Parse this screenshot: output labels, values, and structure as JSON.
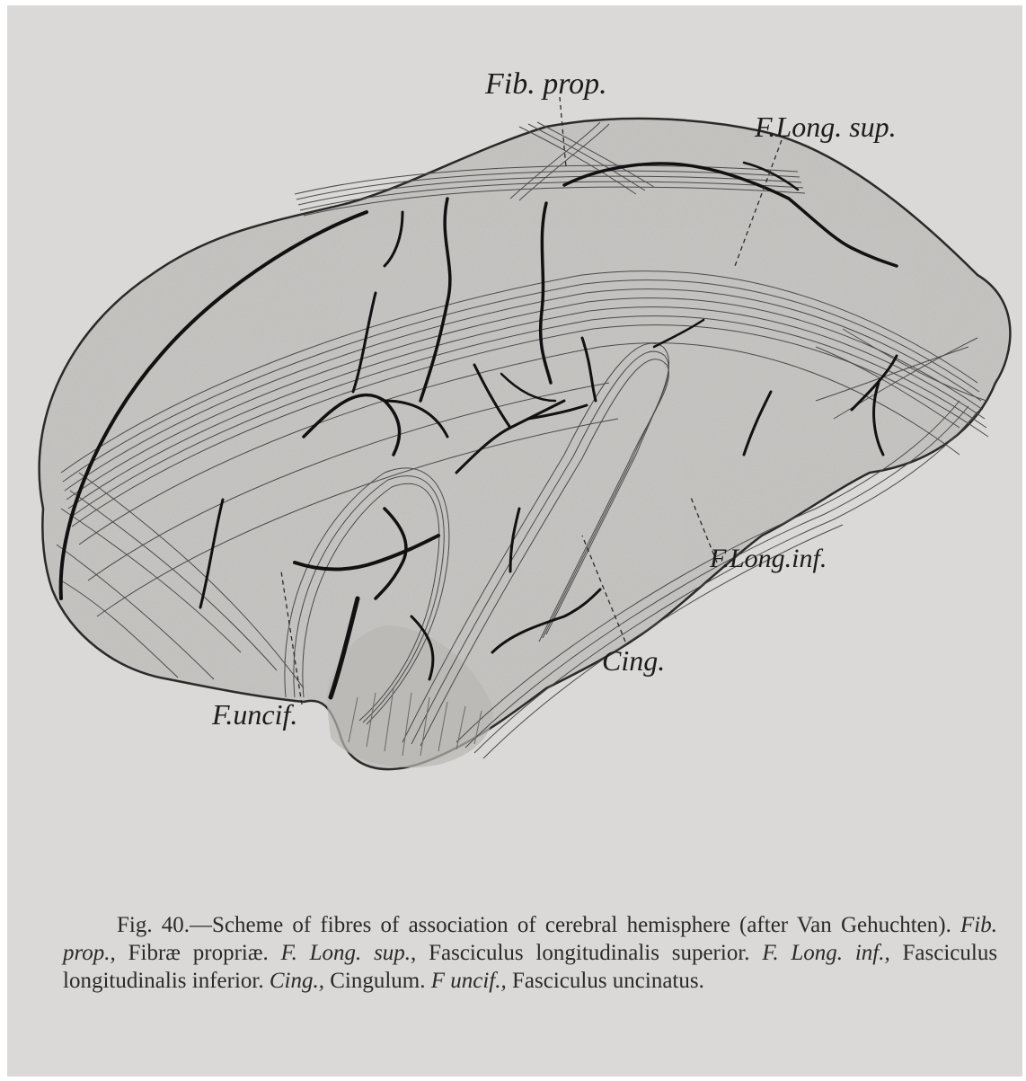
{
  "figure": {
    "labels": {
      "fib_prop": "Fib. prop.",
      "f_long_sup": "F.Long. sup.",
      "f_long_inf": "F.Long.inf.",
      "cing": "Cing.",
      "f_uncif": "F.uncif."
    }
  },
  "caption": {
    "fig_prefix": "Fig. 40.—Scheme of fibres of association of cerebral hemisphere (after Van Gehuchten).",
    "entries": [
      {
        "abbr": "Fib. prop.,",
        "full": "Fibræ propriæ."
      },
      {
        "abbr": "F. Long. sup.,",
        "full": "Fasciculus longitudinalis superior."
      },
      {
        "abbr": "F. Long. inf.,",
        "full": "Fasciculus longitudinalis inferior."
      },
      {
        "abbr": "Cing.,",
        "full": "Cingulum."
      },
      {
        "abbr": "F uncif.,",
        "full": "Fasciculus uncinatus."
      }
    ]
  }
}
